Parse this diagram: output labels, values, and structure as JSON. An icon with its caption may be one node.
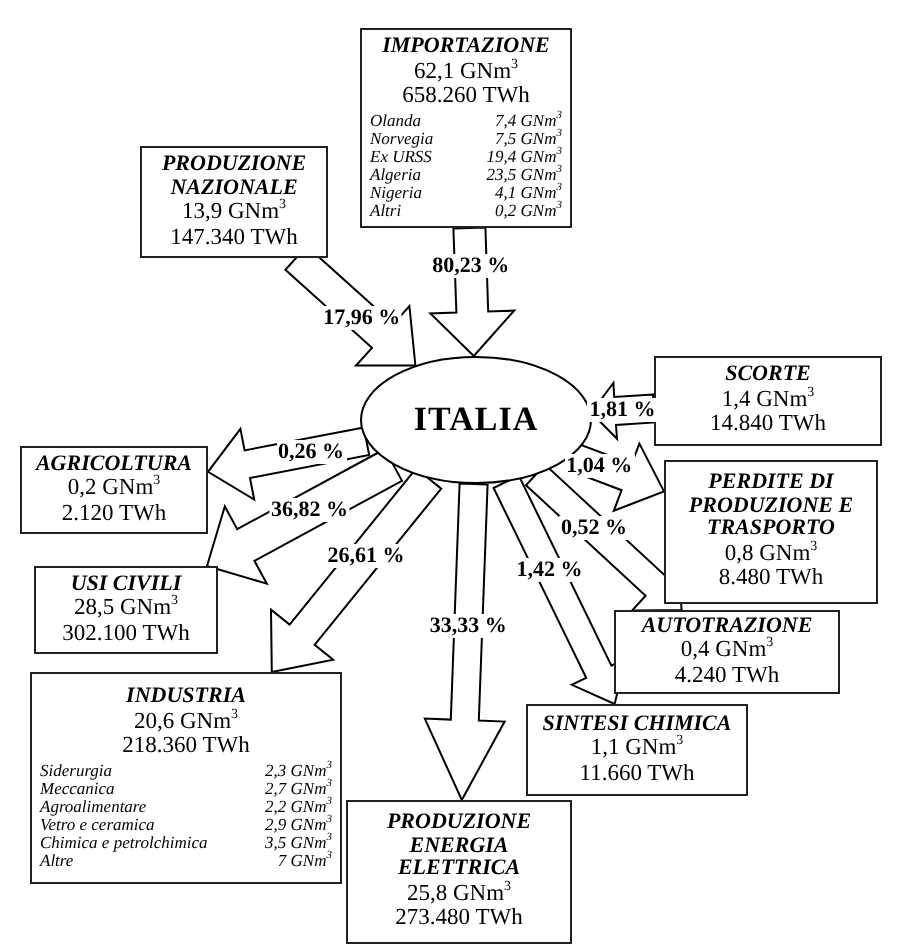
{
  "diagram": {
    "nodes": [
      {
        "text": [
          "IMPORTAZIONE",
          "62,1 GNm$^{3}$",
          "658.260 TWh",
          "Olanda",
          "7,4 GNm$^{3}$",
          "Norvegia",
          "7,5 GNm$^{3}$",
          "Ex URSS",
          "19,4 GNm$^{3}$",
          "Algeria",
          "23,5 GNm$^{3}$",
          "Nigeria",
          "4,1 GNm$^{3}$",
          "Altri",
          "0,2 GNm$^{3}$"
        ]
      },
      {
        "text": [
          "PRODUZIONE NAZIONALE",
          "13,9 GNm$^{3}$",
          "147.340 TWh"
        ]
      },
      {
        "text": [
          "ITALIA"
        ]
      },
      {
        "text": [
          "SCORTE",
          "1,4 GNm$^{3}$",
          "14.840 TWh"
        ]
      },
      {
        "text": [
          "AGRICOLTURA",
          "0,2 GNm$^{3}$",
          "2.120 TWh"
        ]
      },
      {
        "text": [
          "PERDITE DI PRODUZIONE E TRASPORTO",
          "0,8 GNm$^{3}$",
          "8.480 TWh"
        ]
      },
      {
        "text": [
          "USI CIVILI",
          "28,5 GNm$^{3}$",
          "302.100 TWh"
        ]
      },
      {
        "text": [
          "AUTOTRAZIONE",
          "0,4 GNm$^{3}$",
          "4.240 TWh"
        ]
      },
      {
        "text": [
          "SINTESI CHIMICA",
          "1,1 GNm$^{3}$",
          "11.660 TWh"
        ]
      },
      {
        "text": [
          "INDUSTRIA",
          "20,6 GNm$^{3}$",
          "218.360 TWh",
          "Siderurgia",
          "2,3 GNm$^{3}$",
          "Meccanica",
          "2,7 GNm$^{3}$",
          "Agroalimentare",
          "2,2 GNm$^{3}$",
          "Vetro e ceramica",
          "2,9 GNm$^{3}$",
          "Chimica e petrolchimica",
          "3,5 GNm$^{3}$",
          "Altre",
          "7 GNm$^{3}$"
        ]
      },
      {
        "text": [
          "PRODUZIONE ENERGIA ELETTRICA",
          "25,8 GNm$^{3}$",
          "273.480 TWh"
        ]
      }
    ],
    "edges": [
      {
        "from": 0,
        "to": 2,
        "arrow": "to",
        "label": "80,23 %"
      },
      {
        "from": 1,
        "to": 2,
        "arrow": "to",
        "label": "17,96 %"
      },
      {
        "from": 3,
        "to": 2,
        "arrow": "to",
        "label": "1,81 %"
      },
      {
        "from": 2,
        "to": 4,
        "arrow": "to",
        "label": "0,26 %"
      },
      {
        "from": 2,
        "to": 6,
        "arrow": "to",
        "label": "36,82 %"
      },
      {
        "from": 2,
        "to": 9,
        "arrow": "to",
        "label": "26,61 %"
      },
      {
        "from": 2,
        "to": 10,
        "arrow": "to",
        "label": "33,33 %"
      },
      {
        "from": 2,
        "to": 8,
        "arrow": "to",
        "label": "1,42 %"
      },
      {
        "from": 2,
        "to": 7,
        "arrow": "to",
        "label": "0,52 %"
      },
      {
        "from": 2,
        "to": 5,
        "arrow": "to",
        "label": "1,04 %"
      }
    ]
  }
}
